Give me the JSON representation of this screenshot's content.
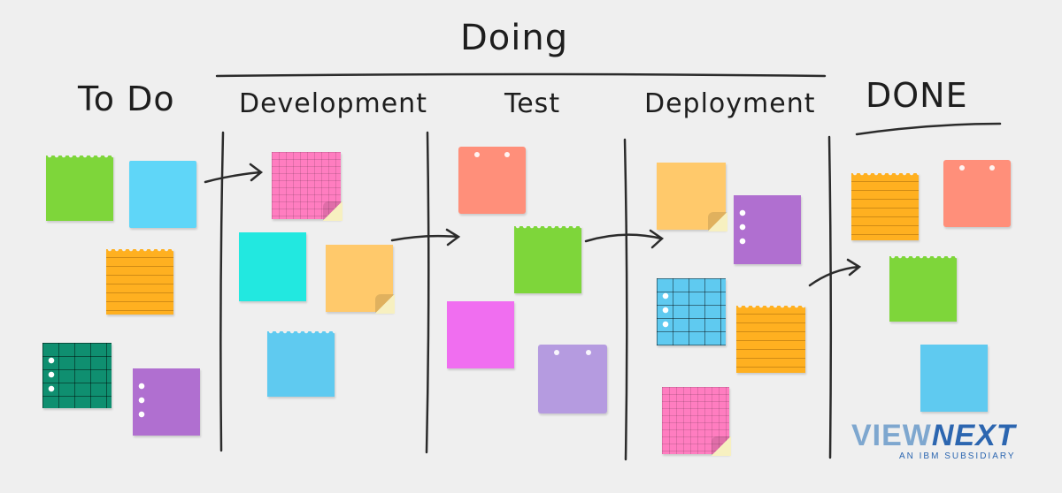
{
  "board": {
    "title": "Doing",
    "columns": [
      {
        "key": "todo",
        "label": "To Do"
      },
      {
        "key": "development",
        "label": "Development"
      },
      {
        "key": "test",
        "label": "Test"
      },
      {
        "key": "deployment",
        "label": "Deployment"
      },
      {
        "key": "done",
        "label": "DONE"
      }
    ]
  },
  "logo": {
    "name_part1": "VIEW",
    "name_part2": "NEXT",
    "tagline": "AN IBM SUBSIDIARY"
  },
  "colors": {
    "background": "#efefef",
    "green": "#7ed63a",
    "sky": "#5fd6f8",
    "orange": "#ffb020",
    "teal": "#0f8f70",
    "purple": "#b06fd0",
    "pink": "#ff7dc0",
    "cyan": "#22e8e0",
    "peach": "#ffc96b",
    "lightblue": "#5fcaf0",
    "salmon": "#ff8f7a",
    "magenta": "#f06ef0",
    "lavender": "#b59be0",
    "ink": "#1e1e1e",
    "logo_light": "#7ea7cf",
    "logo_dark": "#2c66b0"
  }
}
